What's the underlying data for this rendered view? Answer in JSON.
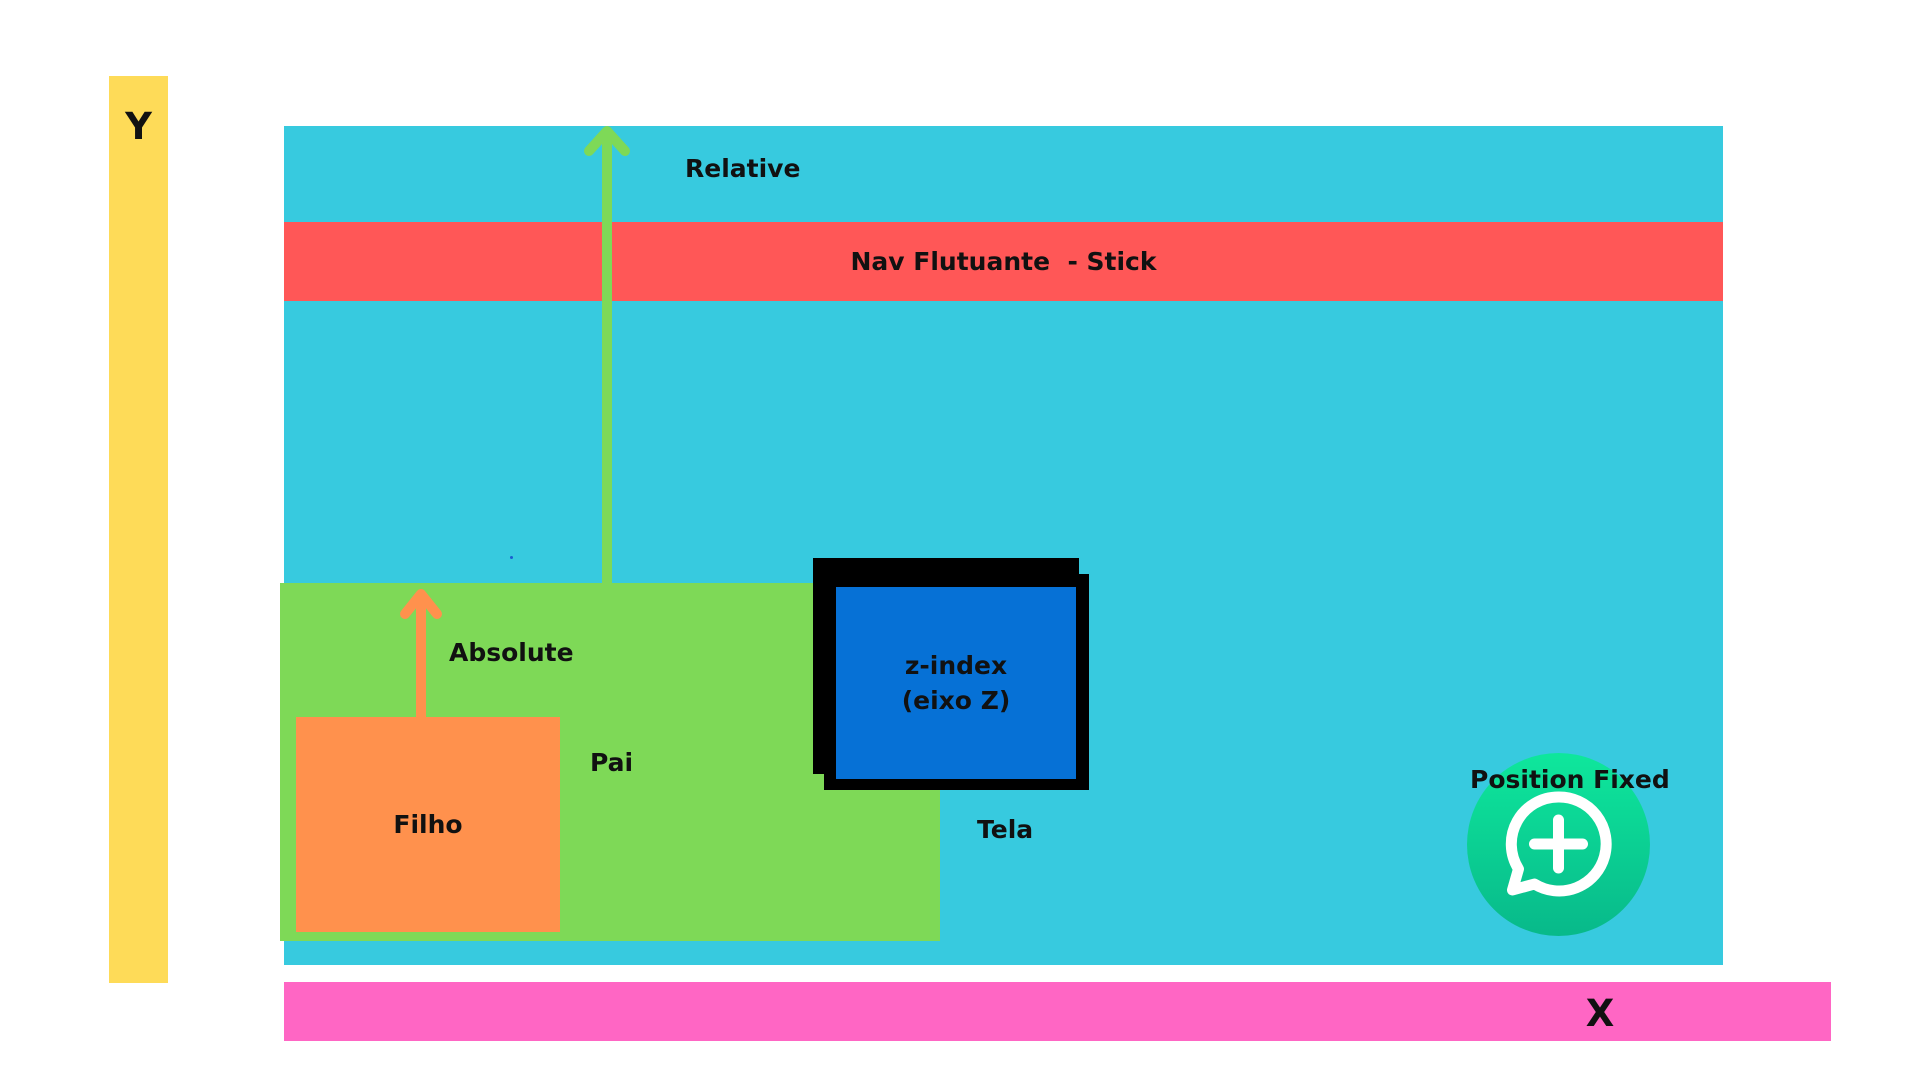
{
  "colors": {
    "background": "#ffffff",
    "y_axis": "#fedb58",
    "x_axis": "#ff66c4",
    "tela": "#37cadf",
    "nav": "#ff5757",
    "pai": "#7ed957",
    "filho": "#ff914d",
    "zindex": "#0671d6",
    "zindex_border": "#000000",
    "relative_arrow": "#7ed957",
    "absolute_arrow": "#ff914d",
    "fixed_button_top": "#0ee79c",
    "fixed_button_bottom": "#08b98a"
  },
  "axes": {
    "y_label": "Y",
    "x_label": "X"
  },
  "labels": {
    "relative": "Relative",
    "nav": "Nav Flutuante  - Stick",
    "absolute": "Absolute",
    "pai": "Pai",
    "filho": "Filho",
    "zindex_line1": "z-index",
    "zindex_line2": "(eixo Z)",
    "tela": "Tela",
    "position_fixed": "Position Fixed"
  },
  "icons": {
    "fixed_button": "chat-plus-icon",
    "relative_arrow": "arrow-up-icon",
    "absolute_arrow": "arrow-up-icon"
  }
}
